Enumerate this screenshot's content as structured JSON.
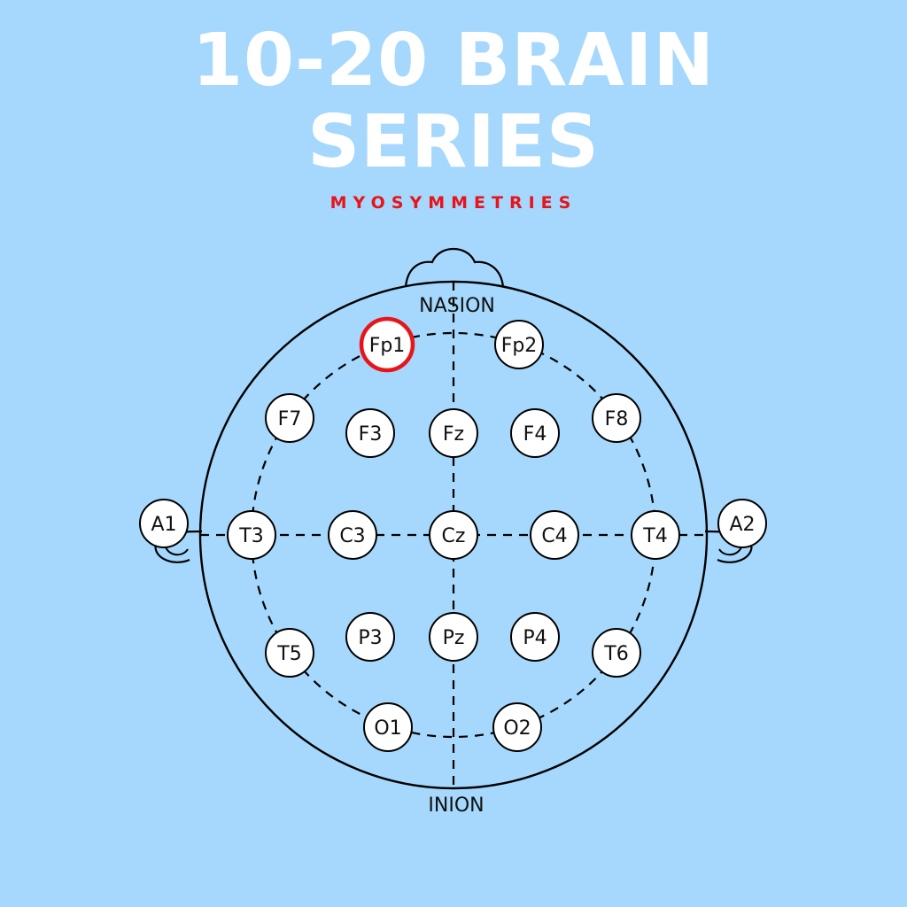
{
  "title": {
    "line1": "10-20 BRAIN",
    "line2": "SERIES"
  },
  "subtitle": "MYOSYMMETRIES",
  "landmarks": {
    "top": "NASION",
    "bottom": "INION"
  },
  "electrodes": {
    "fp1": "Fp1",
    "fp2": "Fp2",
    "f7": "F7",
    "f3": "F3",
    "fz": "Fz",
    "f4": "F4",
    "f8": "F8",
    "a1": "A1",
    "t3": "T3",
    "c3": "C3",
    "cz": "Cz",
    "c4": "C4",
    "t4": "T4",
    "a2": "A2",
    "t5": "T5",
    "p3": "P3",
    "pz": "Pz",
    "p4": "P4",
    "t6": "T6",
    "o1": "O1",
    "o2": "O2"
  },
  "highlighted_electrode": "Fp1",
  "colors": {
    "background": "#a5d8fc",
    "title": "#ffffff",
    "subtitle": "#e8141a",
    "highlight": "#e8141a",
    "line": "#000000"
  }
}
